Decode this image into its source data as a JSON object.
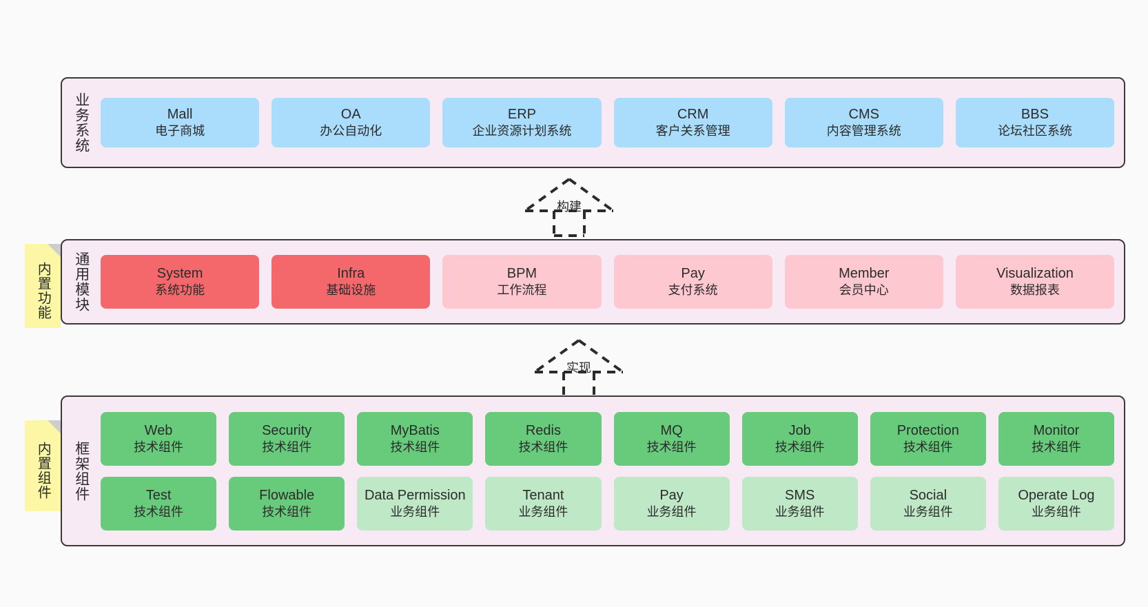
{
  "layers": [
    {
      "key": "business",
      "title": "业务系统",
      "rows": [
        {
          "nodes": [
            {
              "name": "mall",
              "t1": "Mall",
              "t2": "电子商城",
              "style": "n-blue"
            },
            {
              "name": "oa",
              "t1": "OA",
              "t2": "办公自动化",
              "style": "n-blue"
            },
            {
              "name": "erp",
              "t1": "ERP",
              "t2": "企业资源计划系统",
              "style": "n-blue"
            },
            {
              "name": "crm",
              "t1": "CRM",
              "t2": "客户关系管理",
              "style": "n-blue"
            },
            {
              "name": "cms",
              "t1": "CMS",
              "t2": "内容管理系统",
              "style": "n-blue"
            },
            {
              "name": "bbs",
              "t1": "BBS",
              "t2": "论坛社区系统",
              "style": "n-blue"
            }
          ]
        }
      ]
    },
    {
      "key": "module",
      "title": "通用模块",
      "rows": [
        {
          "nodes": [
            {
              "name": "system",
              "t1": "System",
              "t2": "系统功能",
              "style": "n-red"
            },
            {
              "name": "infra",
              "t1": "Infra",
              "t2": "基础设施",
              "style": "n-red"
            },
            {
              "name": "bpm",
              "t1": "BPM",
              "t2": "工作流程",
              "style": "n-pink"
            },
            {
              "name": "pay",
              "t1": "Pay",
              "t2": "支付系统",
              "style": "n-pink"
            },
            {
              "name": "member",
              "t1": "Member",
              "t2": "会员中心",
              "style": "n-pink"
            },
            {
              "name": "visualization",
              "t1": "Visualization",
              "t2": "数据报表",
              "style": "n-pink"
            }
          ]
        }
      ]
    },
    {
      "key": "framework",
      "title": "框架组件",
      "rows": [
        {
          "nodes": [
            {
              "name": "web",
              "t1": "Web",
              "t2": "技术组件",
              "style": "n-green"
            },
            {
              "name": "security",
              "t1": "Security",
              "t2": "技术组件",
              "style": "n-green"
            },
            {
              "name": "mybatis",
              "t1": "MyBatis",
              "t2": "技术组件",
              "style": "n-green"
            },
            {
              "name": "redis",
              "t1": "Redis",
              "t2": "技术组件",
              "style": "n-green"
            },
            {
              "name": "mq",
              "t1": "MQ",
              "t2": "技术组件",
              "style": "n-green"
            },
            {
              "name": "job",
              "t1": "Job",
              "t2": "技术组件",
              "style": "n-green"
            },
            {
              "name": "protection",
              "t1": "Protection",
              "t2": "技术组件",
              "style": "n-green"
            },
            {
              "name": "monitor",
              "t1": "Monitor",
              "t2": "技术组件",
              "style": "n-green"
            }
          ]
        },
        {
          "nodes": [
            {
              "name": "test",
              "t1": "Test",
              "t2": "技术组件",
              "style": "n-green"
            },
            {
              "name": "flowable",
              "t1": "Flowable",
              "t2": "技术组件",
              "style": "n-green"
            },
            {
              "name": "data-permission",
              "t1": "Data Permission",
              "t2": "业务组件",
              "style": "n-greenlight"
            },
            {
              "name": "tenant",
              "t1": "Tenant",
              "t2": "业务组件",
              "style": "n-greenlight"
            },
            {
              "name": "pay-biz",
              "t1": "Pay",
              "t2": "业务组件",
              "style": "n-greenlight"
            },
            {
              "name": "sms",
              "t1": "SMS",
              "t2": "业务组件",
              "style": "n-greenlight"
            },
            {
              "name": "social",
              "t1": "Social",
              "t2": "业务组件",
              "style": "n-greenlight"
            },
            {
              "name": "operate-log",
              "t1": "Operate Log",
              "t2": "业务组件",
              "style": "n-greenlight"
            }
          ]
        }
      ]
    }
  ],
  "notes": [
    {
      "key": "module-note",
      "text": "内置功能"
    },
    {
      "key": "framework-note",
      "text": "内置组件"
    }
  ],
  "arrows": [
    {
      "key": "build",
      "label": "构建"
    },
    {
      "key": "implement",
      "label": "实现"
    }
  ],
  "colors": {
    "canvas": "#fafafa",
    "panel_fill": "#f7eaf4",
    "panel_stroke": "#3a3a3a",
    "business_node": "#aadcfb",
    "module_core": "#f4686c",
    "module_optional": "#fdc8cf",
    "framework_tech": "#68cb7c",
    "framework_biz": "#bfe8c6",
    "note_fill": "#fbf7a5",
    "note_fold": "#cdcdcd",
    "arrow_stroke": "#2b2b2b"
  }
}
